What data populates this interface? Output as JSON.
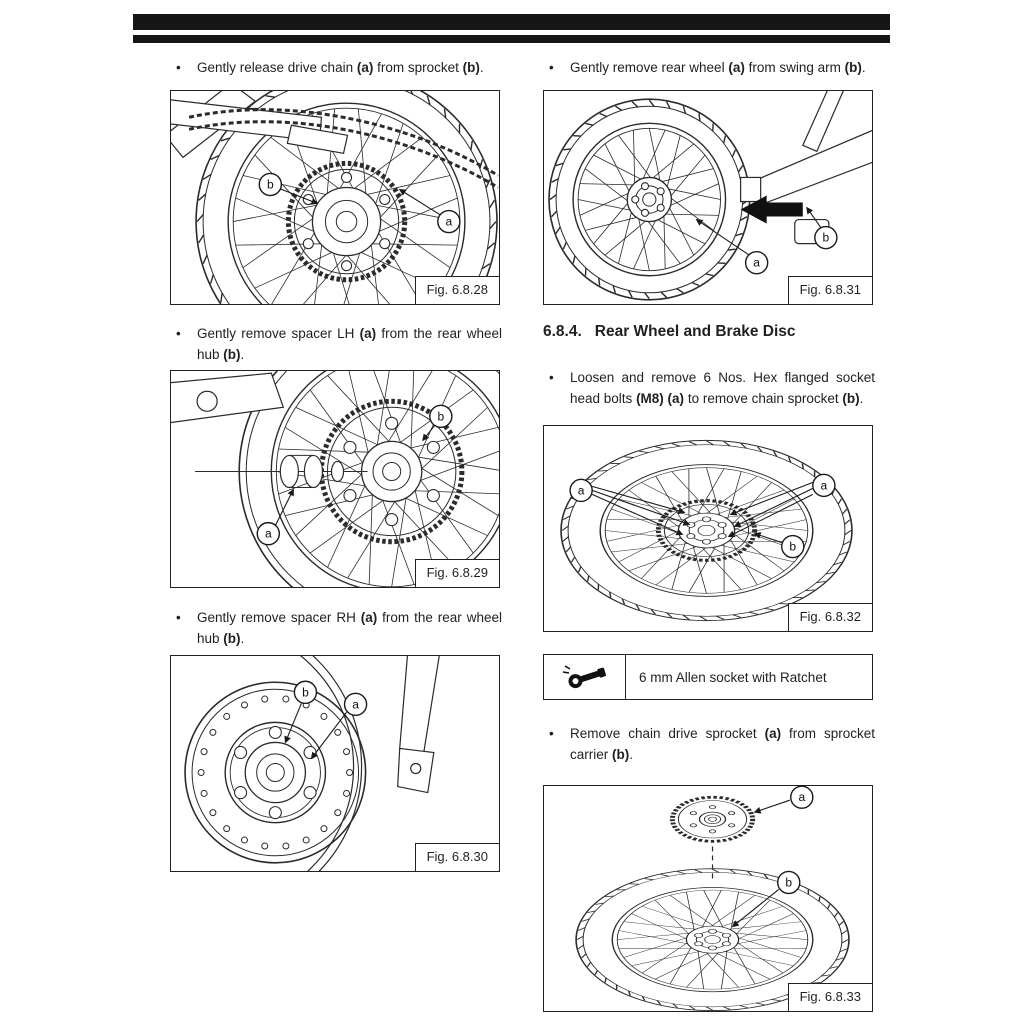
{
  "glyphs": {
    "bullet": "•"
  },
  "colors": {
    "ink": "#231f20",
    "line": "#2b2b2b",
    "paper": "#ffffff"
  },
  "left": {
    "step1": {
      "pre": "Gently release drive chain ",
      "a": "(a)",
      "mid": " from sprocket ",
      "b": "(b)",
      "post": "."
    },
    "fig28": {
      "caption": "Fig. 6.8.28",
      "callout_a": "a",
      "callout_b": "b"
    },
    "step2": {
      "pre": "Gently remove spacer LH ",
      "a": "(a)",
      "mid": " from the rear wheel hub ",
      "b": "(b)",
      "post": "."
    },
    "fig29": {
      "caption": "Fig. 6.8.29",
      "callout_a": "a",
      "callout_b": "b"
    },
    "step3": {
      "pre": "Gently remove spacer RH ",
      "a": "(a)",
      "mid": " from the rear wheel hub ",
      "b": "(b)",
      "post": "."
    },
    "fig30": {
      "caption": "Fig. 6.8.30",
      "callout_a": "a",
      "callout_b": "b"
    }
  },
  "right": {
    "step1": {
      "pre": "Gently remove rear wheel ",
      "a": "(a)",
      "mid": " from swing arm ",
      "b": "(b)",
      "post": "."
    },
    "fig31": {
      "caption": "Fig. 6.8.31",
      "callout_a": "a",
      "callout_b": "b"
    },
    "heading": {
      "number": "6.8.4.",
      "title": "Rear Wheel and Brake Disc"
    },
    "step2": {
      "pre": "Loosen and remove 6 Nos. Hex flanged socket head bolts ",
      "a": "(M8) (a)",
      "mid": " to remove chain sprocket ",
      "b": "(b)",
      "post": "."
    },
    "fig32": {
      "caption": "Fig. 6.8.32",
      "callout_a_left": "a",
      "callout_a_right": "a",
      "callout_b": "b"
    },
    "tool": {
      "text": "6 mm Allen socket with Ratchet"
    },
    "step3": {
      "pre": "Remove chain drive sprocket ",
      "a": "(a)",
      "mid": " from sprocket carrier ",
      "b": "(b)",
      "post": "."
    },
    "fig33": {
      "caption": "Fig. 6.8.33",
      "callout_a": "a",
      "callout_b": "b"
    }
  }
}
